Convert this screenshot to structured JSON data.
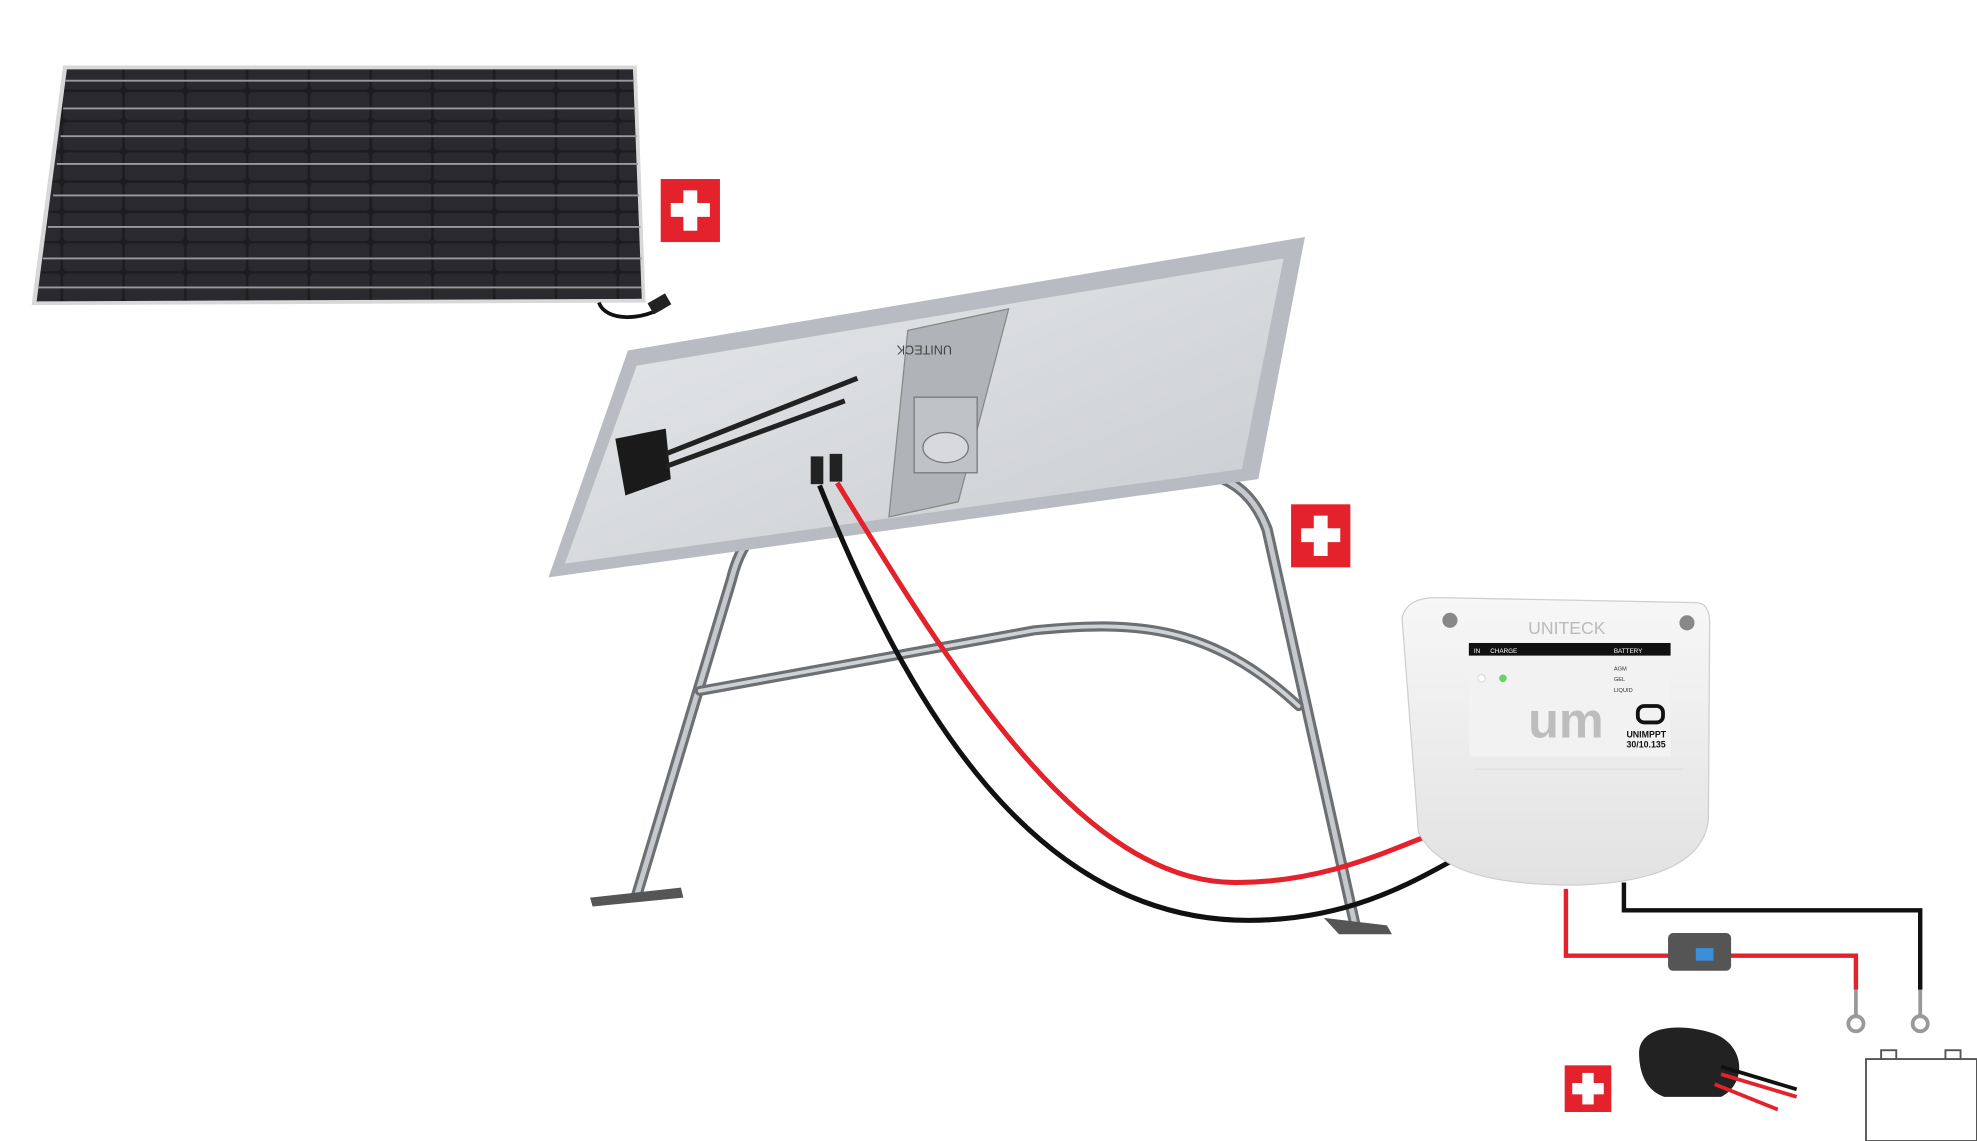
{
  "bracket": {
    "brand": "UNITECK"
  },
  "controller": {
    "brand": "UNITECK",
    "in_label": "IN",
    "charge_label": "CHARGE",
    "battery_label": "BATTERY",
    "battery_types": [
      "AGM",
      "GEL",
      "LIQUID"
    ],
    "logo": "um",
    "model_line1": "UNIMPPT",
    "model_line2": "30/10.135"
  },
  "colors": {
    "swiss_badge": "#e3222b",
    "positive_cable": "#e3222b",
    "negative_cable": "#111111",
    "panel_cells": "#1c1c1e",
    "frame": "#c8ccd2"
  },
  "icons": [
    "swiss-cross-icon",
    "battery-icon"
  ]
}
